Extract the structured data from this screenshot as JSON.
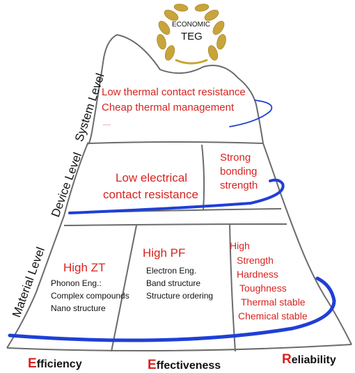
{
  "badge": {
    "line1": "ECONOMIC",
    "line2": "TEG"
  },
  "side_labels": {
    "system": "System Level",
    "device": "Device Level",
    "material": "Material Level"
  },
  "system": {
    "line1": "Low thermal contact resistance",
    "line2": "Cheap thermal management",
    "more": "...."
  },
  "device": {
    "left_line1": "Low electrical",
    "left_line2": "contact resistance",
    "right_line1": "Strong",
    "right_line2": "bonding",
    "right_line3": "strength"
  },
  "material": {
    "zt_title": "High ZT",
    "zt_line1": "Phonon Eng.:",
    "zt_line2": "Complex compounds",
    "zt_line3": "Nano structure",
    "pf_title": "High PF",
    "pf_line1": "Electron Eng.",
    "pf_line2": "Band structure",
    "pf_line3": "Structure ordering",
    "rel_line1": "High",
    "rel_line2": "Strength",
    "rel_line3": "Hardness",
    "rel_line4": "Toughness",
    "rel_line5": "Thermal stable",
    "rel_line6": "Chemical stable"
  },
  "footer": {
    "eff_cap": "E",
    "eff_rest": "fficiency",
    "effect_cap": "E",
    "effect_rest": "ffectiveness",
    "rel_cap": "R",
    "rel_rest": "eliability"
  },
  "colors": {
    "accent_red": "#d8231f",
    "spiral_blue": "#1f3fd6",
    "outline": "#6b6b6b",
    "laurel_gold": "#c9a43a"
  }
}
